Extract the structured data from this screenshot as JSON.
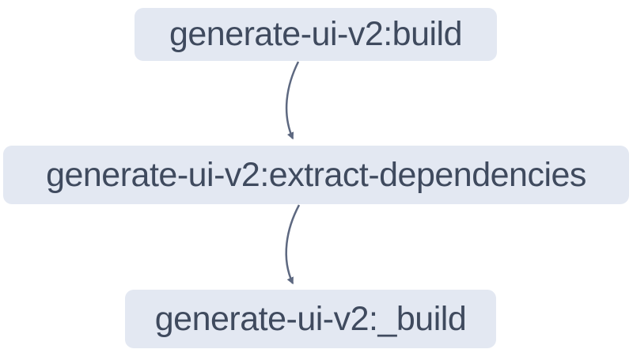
{
  "diagram": {
    "type": "task-dependency-graph",
    "background_color": "#ffffff",
    "node_fill_color": "#e3e8f2",
    "node_text_color": "#3f4a5e",
    "arrow_color": "#5d6880",
    "nodes": [
      {
        "id": "generate-ui-v2:build",
        "label": "generate-ui-v2:build"
      },
      {
        "id": "generate-ui-v2:extract-dependencies",
        "label": "generate-ui-v2:extract-dependencies"
      },
      {
        "id": "generate-ui-v2:_build",
        "label": "generate-ui-v2:_build"
      }
    ],
    "edges": [
      {
        "from": "generate-ui-v2:build",
        "to": "generate-ui-v2:extract-dependencies"
      },
      {
        "from": "generate-ui-v2:extract-dependencies",
        "to": "generate-ui-v2:_build"
      }
    ]
  }
}
